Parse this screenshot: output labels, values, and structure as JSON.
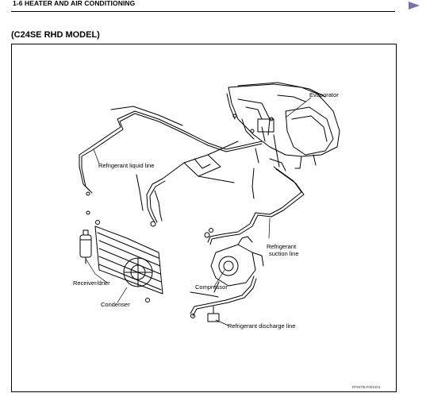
{
  "header": {
    "section_title": "1-6 HEATER AND AIR CONDITIONING",
    "arrow_color": "#7f6fa8"
  },
  "model_title": "(C24SE RHD MODEL)",
  "diagram": {
    "labels": {
      "evaporator": "Evaporator",
      "liquid_line": "Refrigerant liquid line",
      "suction_line_1": "Refrigerant",
      "suction_line_2": "suction line",
      "receiver_drier": "Receiver/drier",
      "compressor": "Compressor",
      "condenser": "Condenser",
      "discharge_line": "Refrigerant discharge line"
    },
    "figure_code": "RTW70LF002101"
  }
}
